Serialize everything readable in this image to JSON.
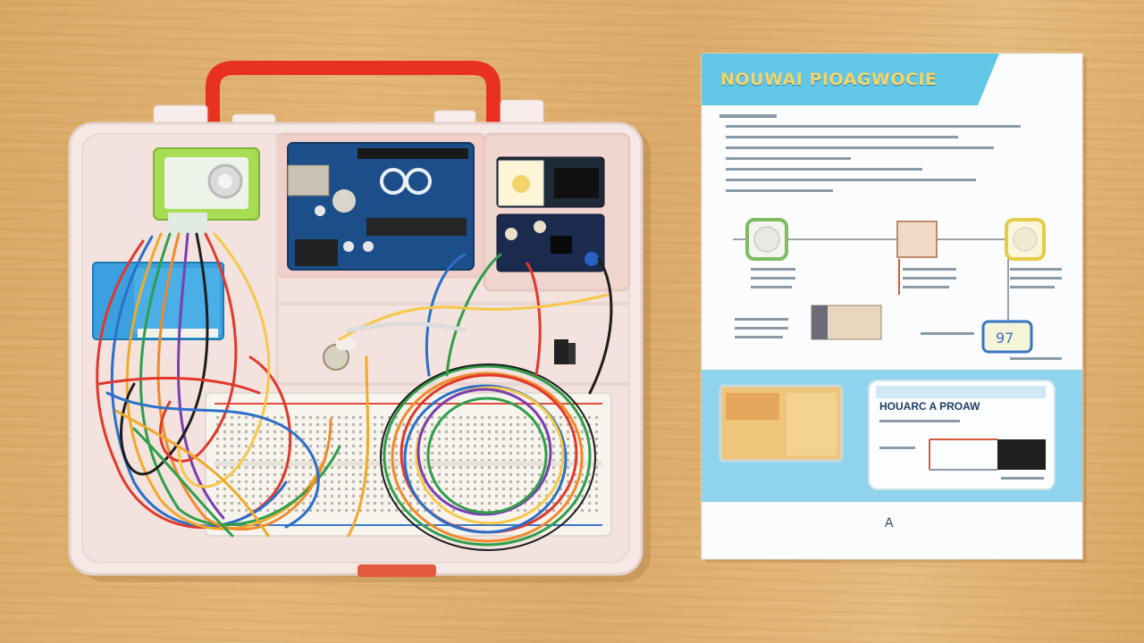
{
  "photo": {
    "subject": "arduino-starter-kit",
    "colors": {
      "table_wood": "#e0b273",
      "case_plastic": "#f4e4df",
      "handle_red": "#e8321f",
      "board_blue": "#1c4f8a",
      "manual_banner": "#62c6e6",
      "manual_band": "#8fd3ec"
    }
  },
  "manual": {
    "title": "NOUWAI PIOAGWOCIE",
    "section_label": "HOUARC A PROAW",
    "page_mark": "A"
  }
}
